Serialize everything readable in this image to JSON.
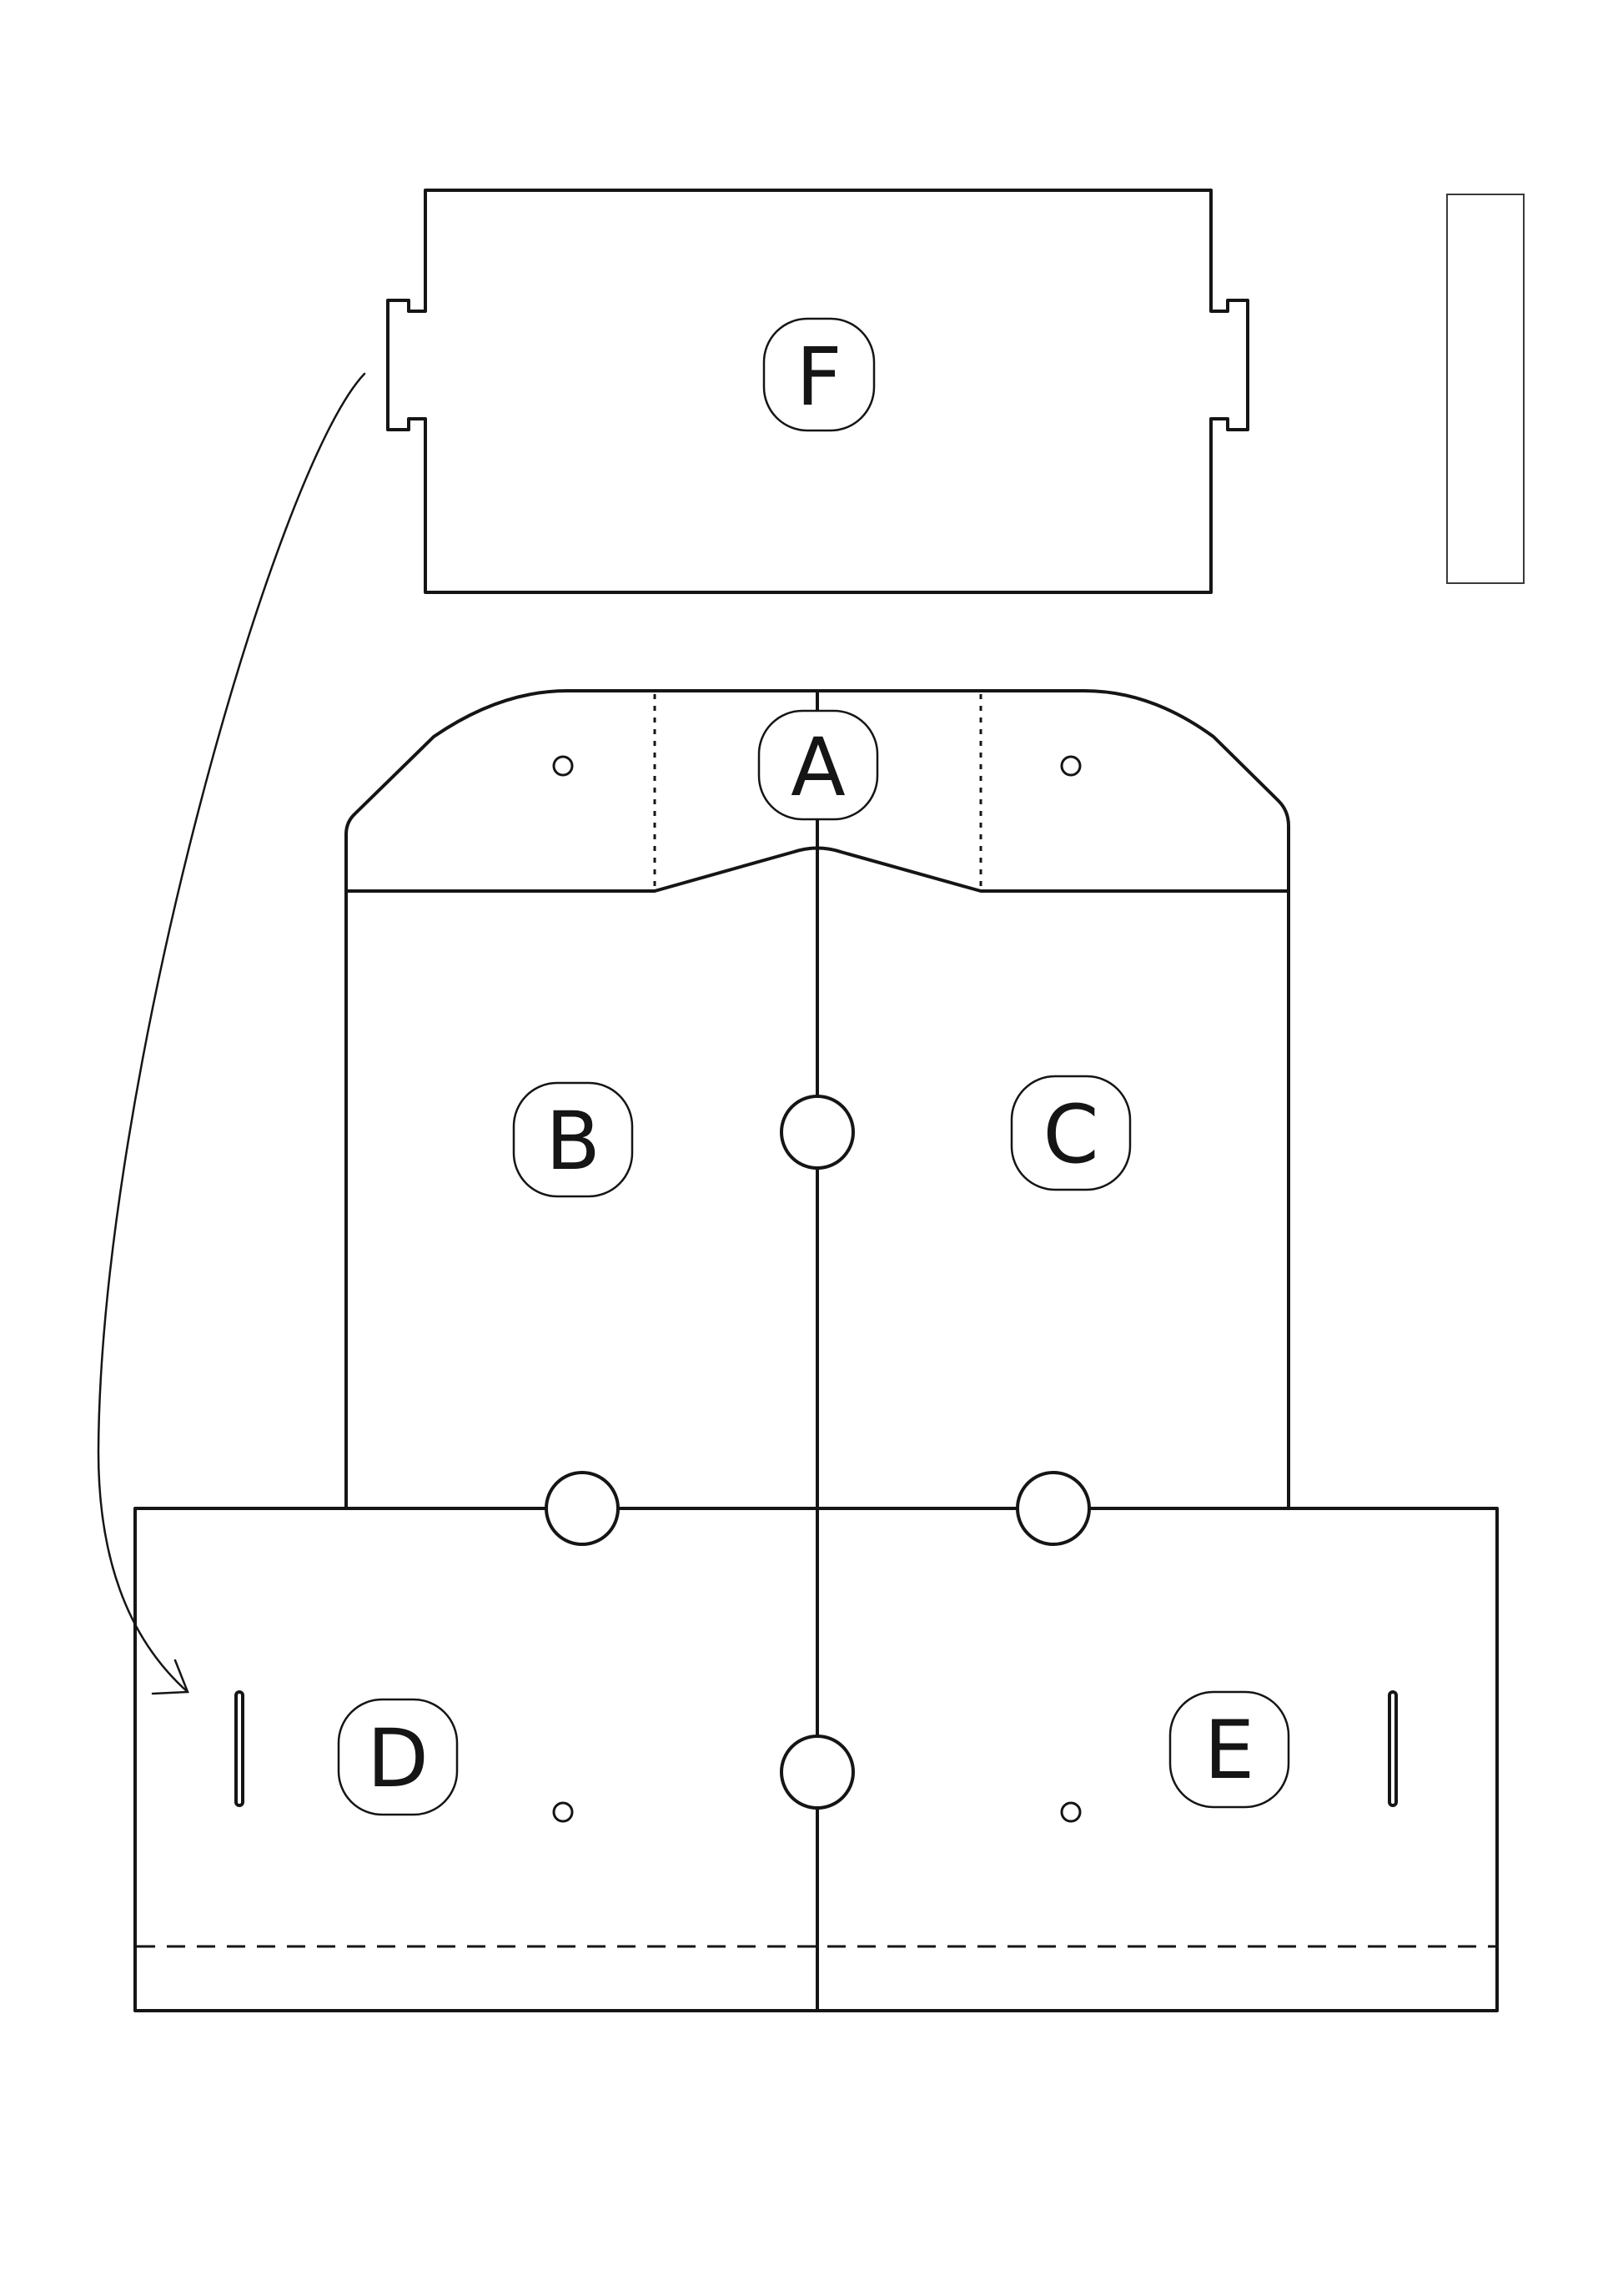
{
  "panels": {
    "a": {
      "label": "A"
    },
    "b": {
      "label": "B"
    },
    "c": {
      "label": "C"
    },
    "d": {
      "label": "D"
    },
    "e": {
      "label": "E"
    },
    "f": {
      "label": "F"
    }
  },
  "colors": {
    "line": "#151515",
    "background": "#ffffff"
  }
}
